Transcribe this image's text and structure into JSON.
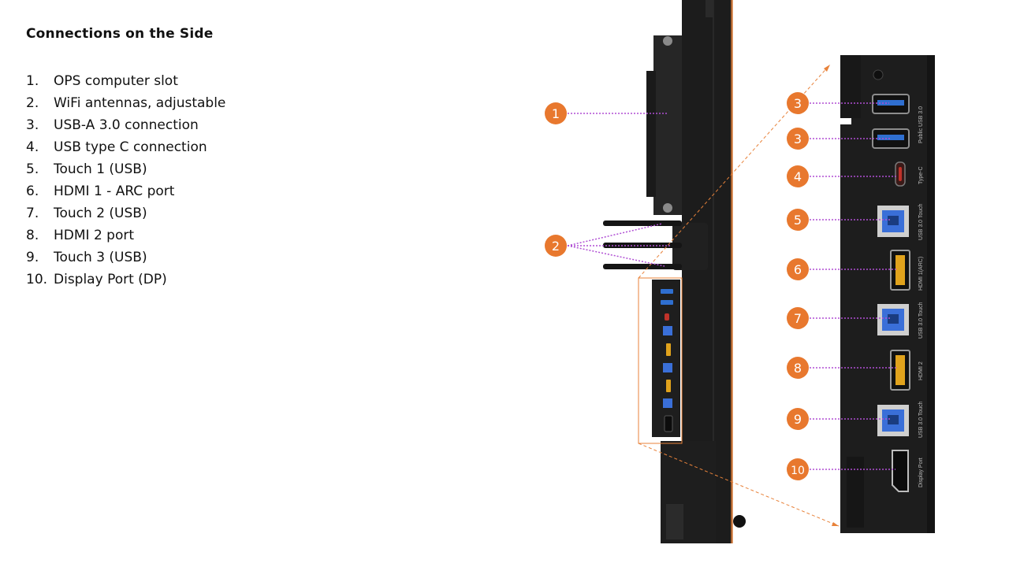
{
  "title": "Connections on the Side",
  "connections": [
    {
      "num": "1.",
      "label": "OPS computer slot"
    },
    {
      "num": "2.",
      "label": "WiFi antennas, adjustable"
    },
    {
      "num": "3.",
      "label": "USB-A 3.0 connection"
    },
    {
      "num": "4.",
      "label": "USB type C connection"
    },
    {
      "num": "5.",
      "label": "Touch 1 (USB)"
    },
    {
      "num": "6.",
      "label": "HDMI 1 - ARC port"
    },
    {
      "num": "7.",
      "label": "Touch 2 (USB)"
    },
    {
      "num": "8.",
      "label": "HDMI 2 port"
    },
    {
      "num": "9.",
      "label": "Touch 3 (USB)"
    },
    {
      "num": "10.",
      "label": "Display Port (DP)"
    }
  ],
  "callouts": {
    "ops": "1",
    "antennas": "2",
    "usb_a_top": "3",
    "usb_a_bottom": "3",
    "usb_c": "4",
    "touch1": "5",
    "hdmi1": "6",
    "touch2": "7",
    "hdmi2": "8",
    "touch3": "9",
    "displayport": "10"
  },
  "panel_labels": {
    "public_usb": "Public USB 3.0",
    "type_c": "Type-C",
    "touch1": "USB 3.0 Touch",
    "hdmi1": "HDMI 1(ARC)",
    "touch2": "USB 3.0 Touch",
    "hdmi2": "HDMI 2",
    "touch3": "USB 3.0 Touch",
    "displayport": "Display Port"
  },
  "colors": {
    "badge": "#e8782e",
    "leader": "#b04fd4",
    "zoom_frame": "#e8823a",
    "device": "#1c1c1c",
    "usb_a": "#2f6fd0",
    "usb_b": "#3a6fd8",
    "hdmi": "#e0a21c",
    "type_c": "#c0322a"
  }
}
